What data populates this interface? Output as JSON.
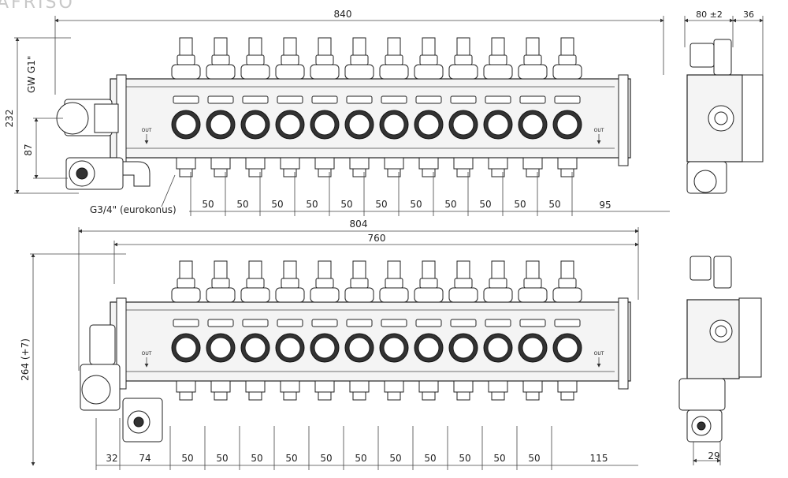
{
  "brand": "AFRISO",
  "top_view": {
    "overall_width": "840",
    "height_total": "232",
    "height_lower": "87",
    "inlet_thread": "GW G1\"",
    "outlet_connection": "G3/4\" (eurokonus)",
    "spacings": [
      "50",
      "50",
      "50",
      "50",
      "50",
      "50",
      "50",
      "50",
      "50",
      "50",
      "50"
    ],
    "end_spacing": "95",
    "side_depth": "80 ±2",
    "side_offset": "36",
    "out_labels": [
      "OUT",
      "OUT"
    ]
  },
  "bottom_view": {
    "overall_width": "804",
    "bar_width": "760",
    "height_total": "264 (+7)",
    "offset_left": "32",
    "offset_second": "74",
    "spacings": [
      "50",
      "50",
      "50",
      "50",
      "50",
      "50",
      "50",
      "50",
      "50",
      "50",
      "50"
    ],
    "end_spacing": "115",
    "side_offset": "29",
    "out_labels": [
      "OUT",
      "OUT"
    ]
  }
}
